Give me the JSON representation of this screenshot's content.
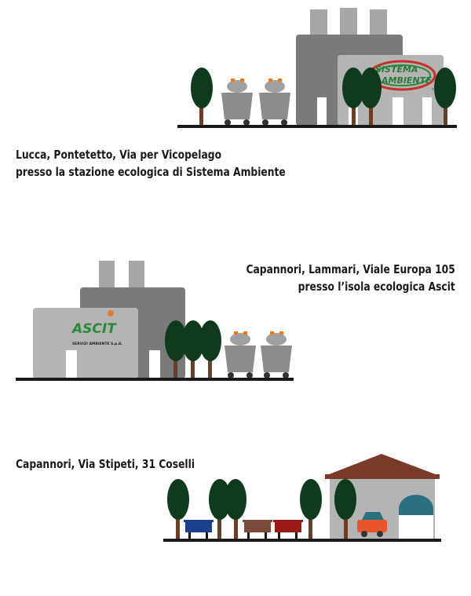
{
  "sites": [
    {
      "address": "Lucca, Pontetetto, Via per Vicopelago",
      "note": "presso la stazione ecologica di Sistema Ambiente",
      "logo": {
        "line1": "SISTEMA",
        "line2": "AMBIENTE",
        "suffix": "s.p.a."
      }
    },
    {
      "address": "Capannori, Lammari, Viale Europa 105",
      "note": "presso l’isola ecologica Ascit",
      "logo": {
        "name": "ASCIT",
        "subtitle": "SERVIZI AMBIENTE S.p.A."
      }
    },
    {
      "address": "Capannori, Via Stipeti, 31 Coselli",
      "note": ""
    }
  ],
  "colors": {
    "ground": "#1a1a1a",
    "tree": "#0f3a1c",
    "trunk": "#6b3f26",
    "building_dark": "#7a7a7a",
    "building_light": "#b4b4b4",
    "bin": "#8c8c8c",
    "bin_lid": "#e87722",
    "roof": "#7a3a2a",
    "bin_blue": "#1c3f8c",
    "bin_brown": "#7a4a3a",
    "bin_red": "#9a1a1a",
    "car": "#e8552a",
    "arch": "#2c6f80"
  },
  "icons": [
    "tree-icon",
    "waste-bin-icon",
    "factory-icon",
    "house-icon",
    "car-icon"
  ]
}
